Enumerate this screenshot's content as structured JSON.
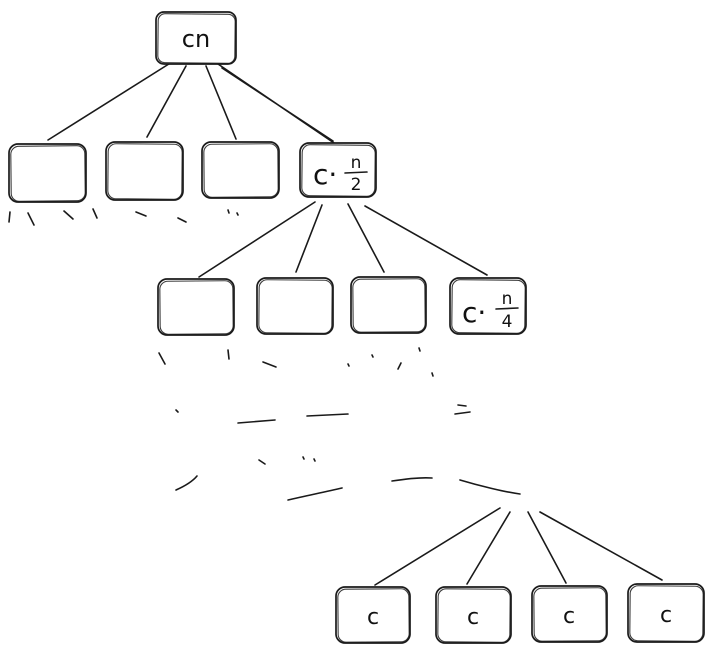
{
  "tree": {
    "root": {
      "label": "cn"
    },
    "level1": {
      "boxes": [
        "",
        "",
        "",
        "c·n/2"
      ],
      "last": {
        "prefix": "c·",
        "numerator": "n",
        "denominator": "2"
      }
    },
    "level2": {
      "boxes": [
        "",
        "",
        "",
        "c·n/4"
      ],
      "last": {
        "prefix": "c·",
        "numerator": "n",
        "denominator": "4"
      }
    },
    "leaves": {
      "boxes": [
        "c",
        "c",
        "c",
        "c"
      ]
    }
  }
}
